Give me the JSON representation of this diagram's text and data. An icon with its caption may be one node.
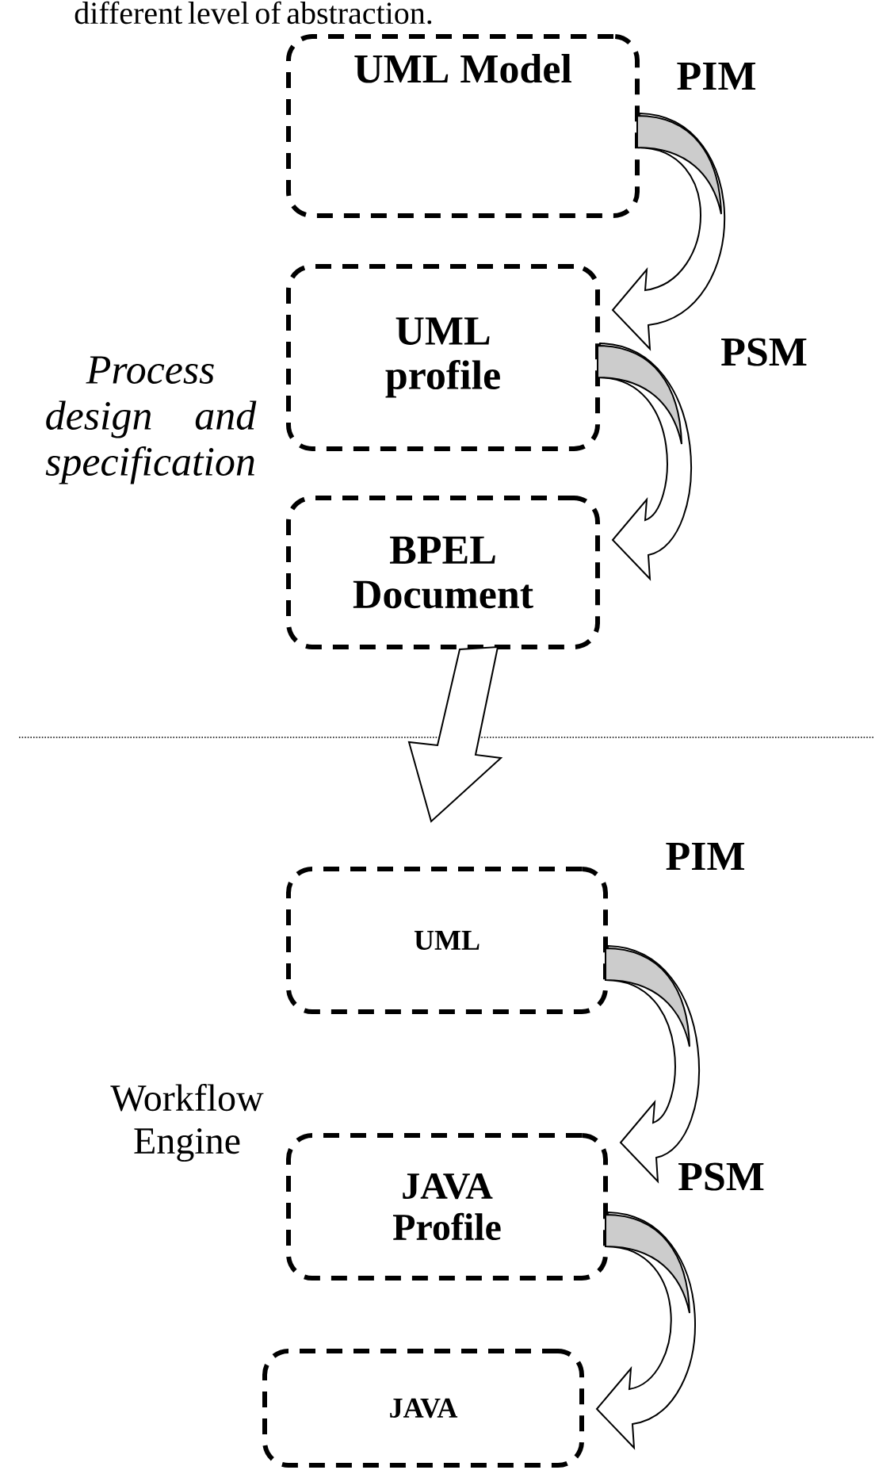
{
  "diagram": {
    "nodes": [
      {
        "text": [
          "UML Model"
        ]
      },
      {
        "text": [
          "UML profile"
        ]
      },
      {
        "text": [
          "BPEL Document"
        ]
      },
      {
        "text": [
          "UML"
        ]
      },
      {
        "text": [
          "JAVA Profile"
        ]
      },
      {
        "text": [
          "JAVA"
        ]
      }
    ],
    "edges": [
      {
        "from": 0,
        "to": 1,
        "arrow": "to",
        "label": "PIM"
      },
      {
        "from": 1,
        "to": 2,
        "arrow": "to",
        "label": "PSM"
      },
      {
        "from": 2,
        "to": null,
        "arrow": "to"
      },
      {
        "from": 3,
        "to": 4,
        "arrow": "to",
        "label": "PIM"
      },
      {
        "from": 4,
        "to": 5,
        "arrow": "to",
        "label": "PSM"
      }
    ],
    "labels": [
      "different level of abstraction.",
      "Process design and specification",
      "Workflow Engine"
    ]
  }
}
